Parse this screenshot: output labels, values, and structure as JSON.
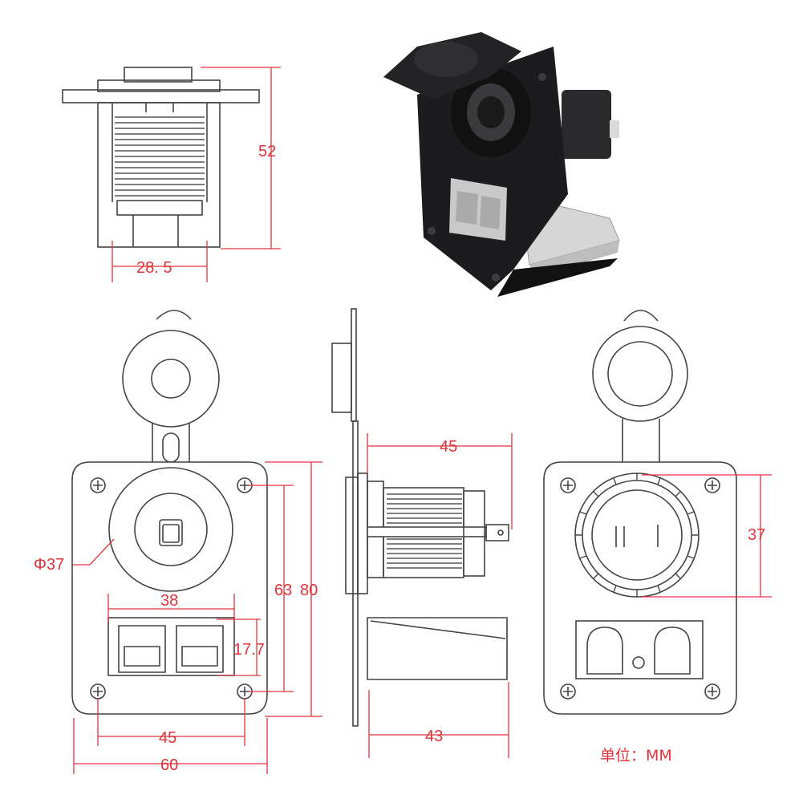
{
  "dimensions": {
    "side_height": "52",
    "side_width": "28. 5",
    "diameter": "Φ37",
    "bottom_hole_span": "38",
    "plug_height": "17.7",
    "hole_vertical": "63",
    "plate_height": "80",
    "hole_horizontal": "45",
    "plate_width": "60",
    "body_depth": "45",
    "bracket_depth": "43",
    "socket_height": "37"
  },
  "unit_label": "单位：MM",
  "colors": {
    "dimension": "#e2343a",
    "outline": "#444444",
    "photo_body": "#1c1c1e",
    "connector": "#cfcfcf"
  }
}
